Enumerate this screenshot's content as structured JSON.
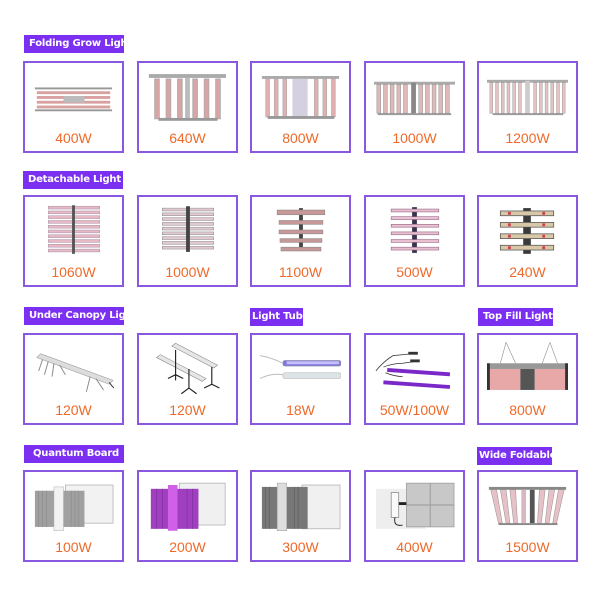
{
  "colors": {
    "label_bg": "#7b2ff0",
    "card_border": "#8a57e0",
    "wattage_text": "#ee6a2a"
  },
  "sections": [
    {
      "label": "Folding Grow Light",
      "products": [
        {
          "wattage": "400W",
          "icon": "folding-grow-light-icon"
        },
        {
          "wattage": "640W",
          "icon": "folding-grow-light-icon"
        },
        {
          "wattage": "800W",
          "icon": "folding-grow-light-icon"
        },
        {
          "wattage": "1000W",
          "icon": "folding-grow-light-icon"
        },
        {
          "wattage": "1200W",
          "icon": "folding-grow-light-icon"
        }
      ]
    },
    {
      "label": "Detachable Light",
      "products": [
        {
          "wattage": "1060W",
          "icon": "detachable-light-icon"
        },
        {
          "wattage": "1000W",
          "icon": "detachable-light-icon"
        },
        {
          "wattage": "1100W",
          "icon": "detachable-light-icon"
        },
        {
          "wattage": "500W",
          "icon": "detachable-light-icon"
        },
        {
          "wattage": "240W",
          "icon": "detachable-light-icon"
        }
      ]
    },
    {
      "label": "Under Canopy Light",
      "products": [
        {
          "wattage": "120W",
          "icon": "under-canopy-light-icon"
        },
        {
          "wattage": "120W",
          "icon": "under-canopy-light-stand-icon"
        }
      ]
    },
    {
      "label": "Light Tube",
      "products": [
        {
          "wattage": "18W",
          "icon": "light-tube-icon"
        },
        {
          "wattage": "50W/100W",
          "icon": "uv-light-tube-icon"
        }
      ]
    },
    {
      "label": "Top Fill Light",
      "products": [
        {
          "wattage": "800W",
          "icon": "top-fill-light-icon"
        }
      ]
    },
    {
      "label": "Quantum Board",
      "products": [
        {
          "wattage": "100W",
          "icon": "quantum-board-icon"
        },
        {
          "wattage": "200W",
          "icon": "quantum-board-purple-icon"
        },
        {
          "wattage": "300W",
          "icon": "quantum-board-icon"
        },
        {
          "wattage": "400W",
          "icon": "quantum-board-panel-icon"
        }
      ]
    },
    {
      "label": "Wide Foldable",
      "products": [
        {
          "wattage": "1500W",
          "icon": "wide-foldable-light-icon"
        }
      ]
    }
  ]
}
